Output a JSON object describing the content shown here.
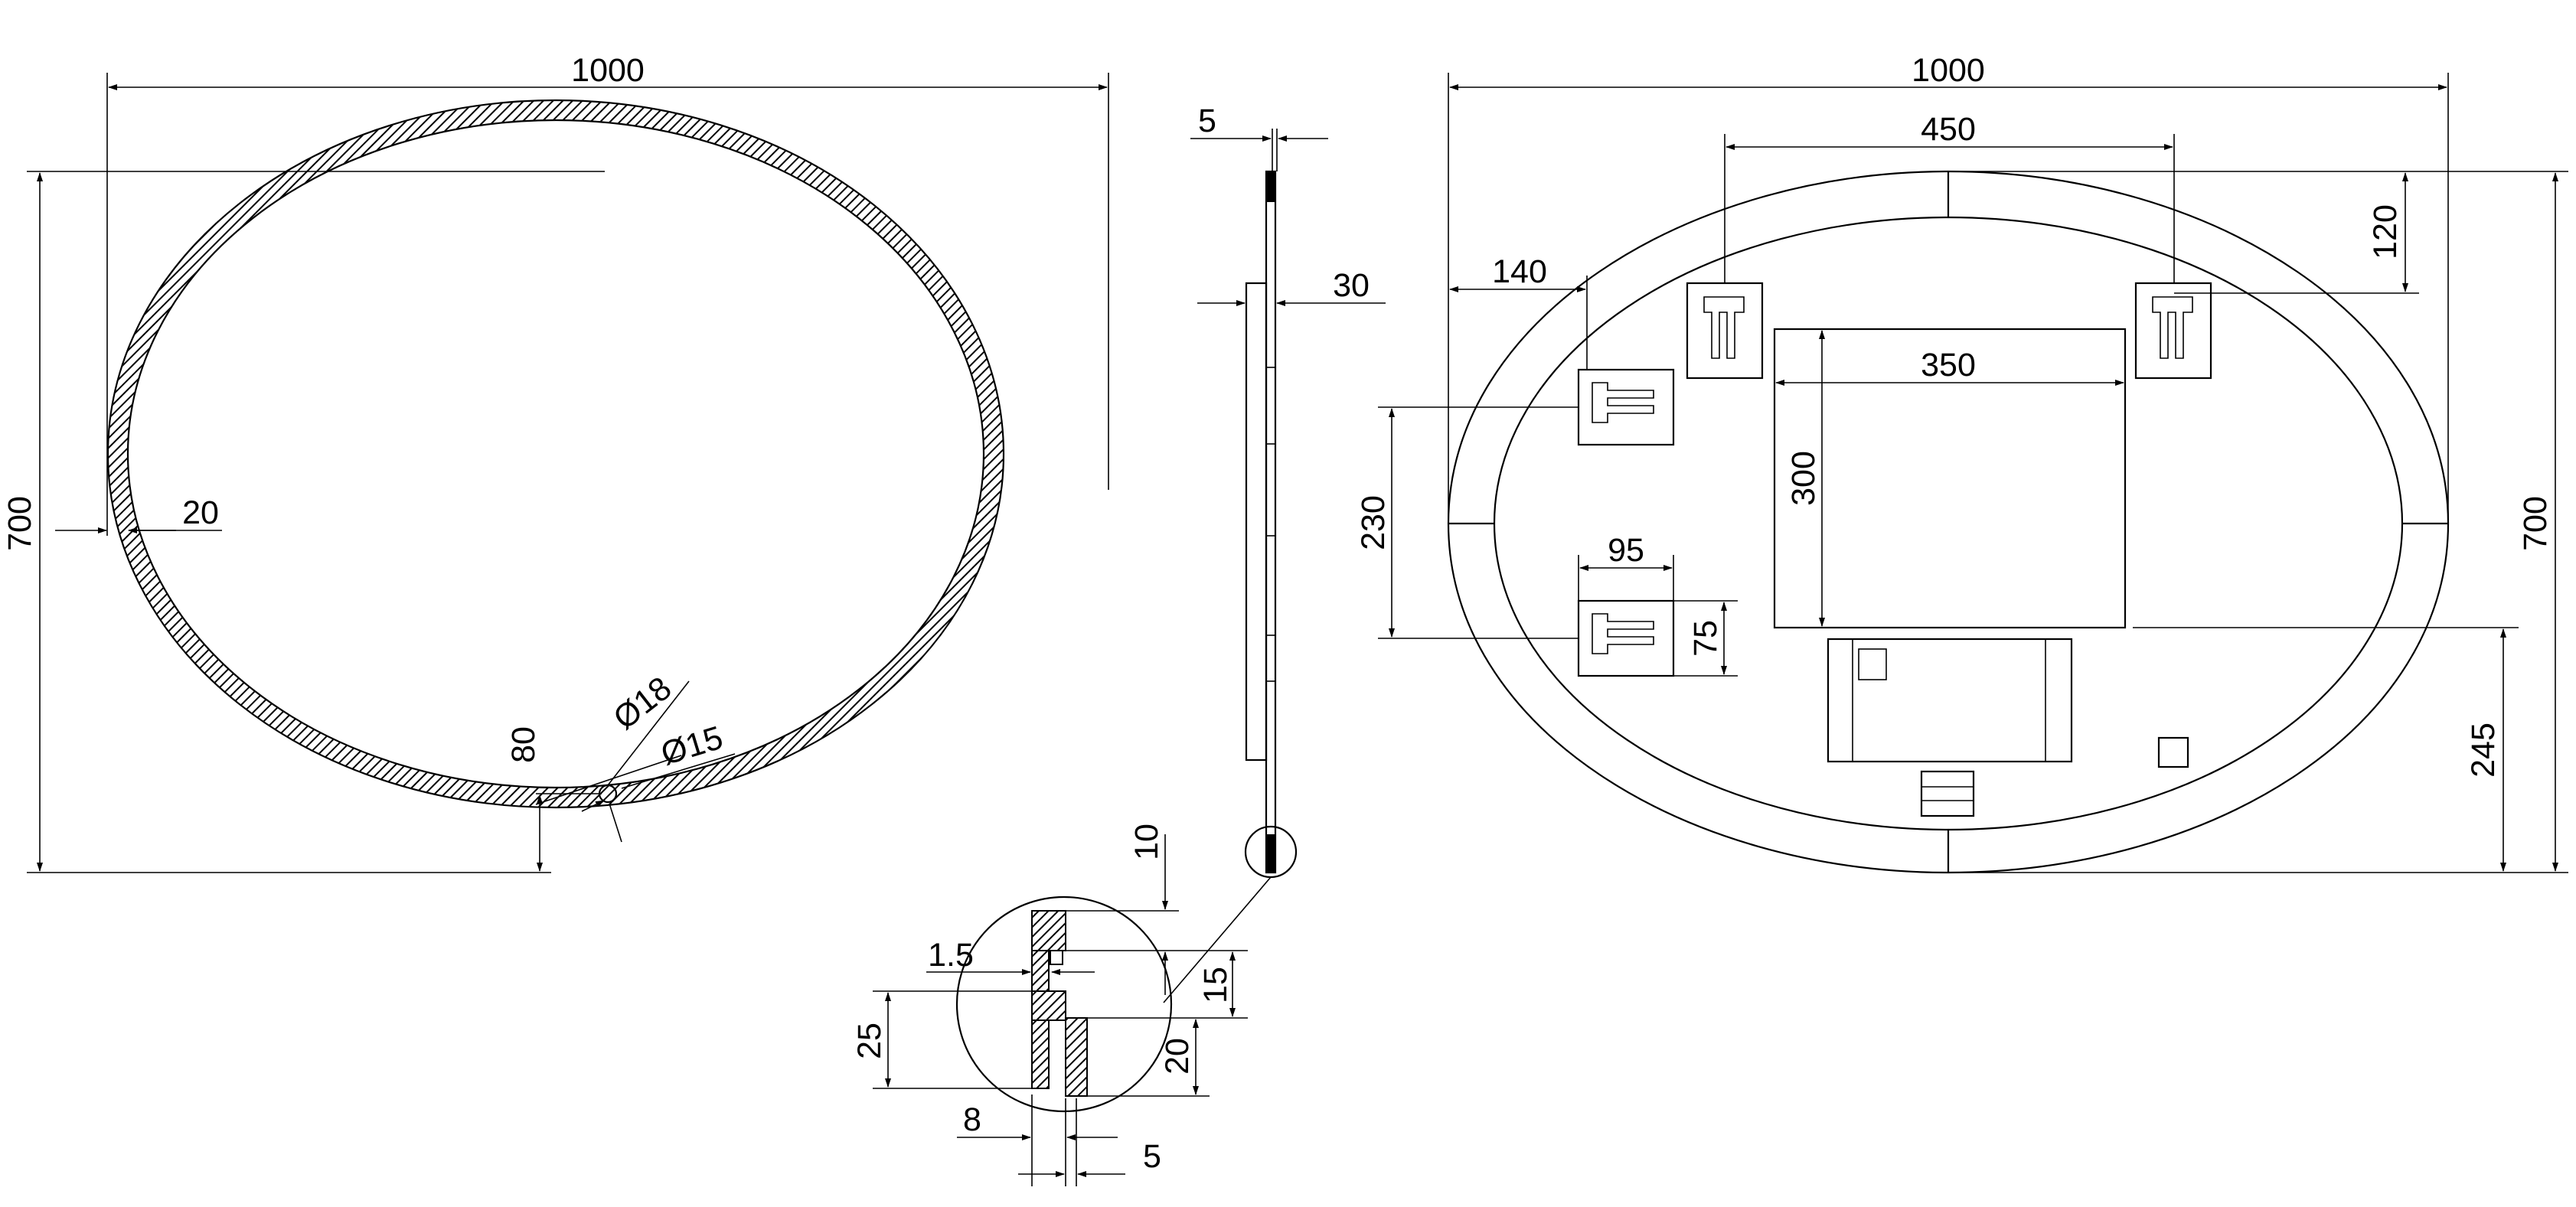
{
  "labels": {
    "front_width": "1000",
    "front_height": "700",
    "frame_width": "20",
    "hole_outer": "Ø18",
    "hole_inner": "Ø15",
    "hole_height": "80",
    "side_top": "5",
    "side_depth": "30",
    "detail_10": "10",
    "detail_1_5": "1.5",
    "detail_15": "15",
    "detail_25": "25",
    "detail_20": "20",
    "detail_8": "8",
    "detail_5": "5",
    "back_width": "1000",
    "back_hanger_span": "450",
    "back_top_120": "120",
    "back_left_140": "140",
    "back_box_width": "350",
    "back_box_height": "300",
    "back_230": "230",
    "back_bracket_95": "95",
    "back_bracket_75": "75",
    "back_height": "700",
    "back_245": "245"
  },
  "colors": {
    "line": "#000000",
    "background": "#ffffff"
  }
}
